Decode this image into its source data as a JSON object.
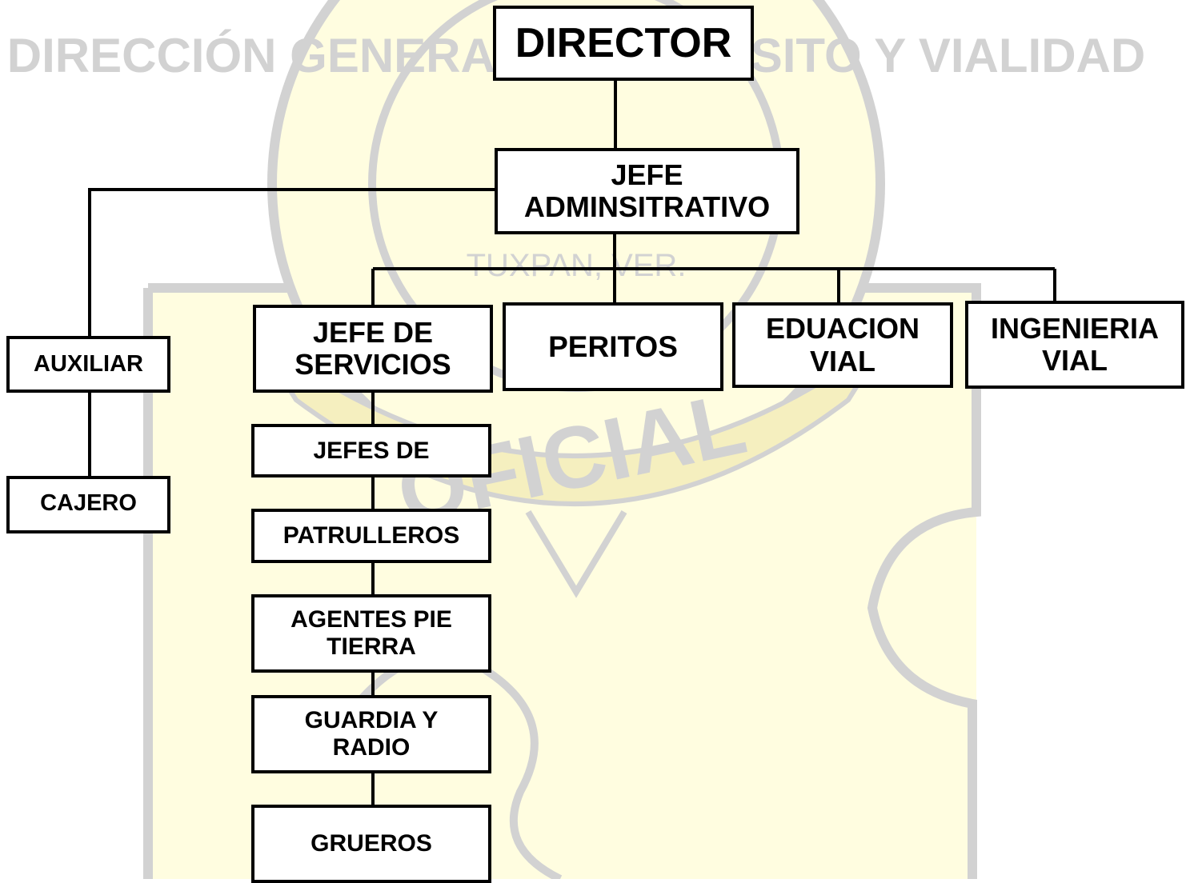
{
  "watermark": {
    "text_top": "DIRECCIÓN GENERAL DE TRÁNSITO Y VIALIDAD",
    "city": "TUXPAN, VER.",
    "oficial": "OFICIAL",
    "colors": {
      "fill": "#fffde0",
      "line": "#d2d2d2",
      "gold": "#eae0a3"
    }
  },
  "org": {
    "director": "DIRECTOR",
    "jefe_administrativo": "JEFE\nADMINSITRATIVO",
    "auxiliar": "AUXILIAR",
    "cajero": "CAJERO",
    "jefe_servicios": "JEFE DE\nSERVICIOS",
    "peritos": "PERITOS",
    "educacion_vial": "EDUACION\nVIAL",
    "ingenieria_vial": "INGENIERIA\nVIAL",
    "jefes_de": "JEFES DE",
    "patrulleros": "PATRULLEROS",
    "agentes_pie_tierra": "AGENTES PIE\nTIERRA",
    "guardia_radio": "GUARDIA Y\nRADIO",
    "grueros": "GRUEROS"
  }
}
